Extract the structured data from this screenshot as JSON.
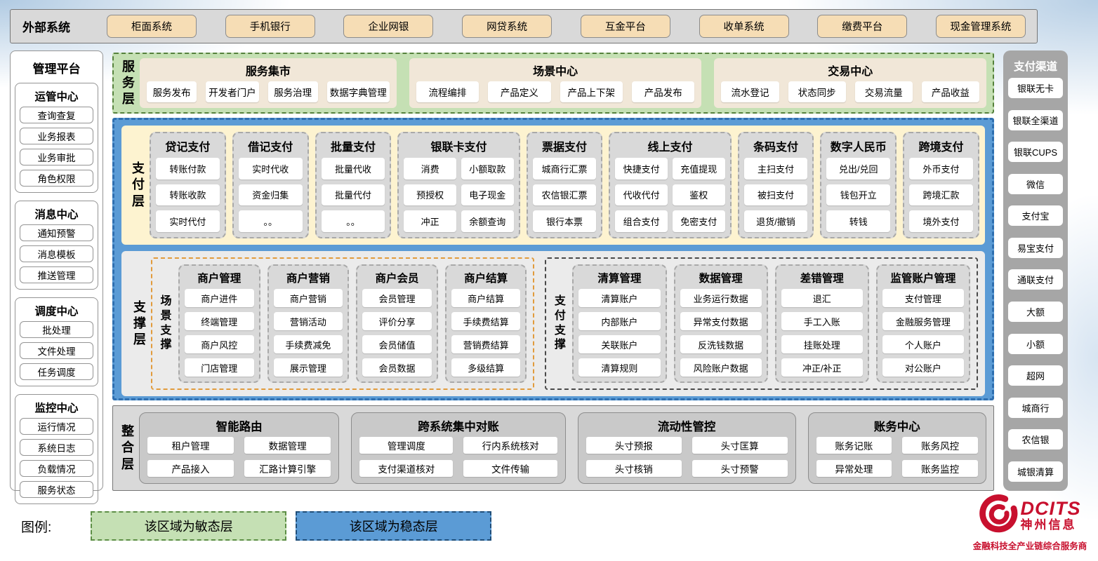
{
  "external_systems": {
    "label": "外部系统",
    "items": [
      "柜面系统",
      "手机银行",
      "企业网银",
      "网贷系统",
      "互金平台",
      "收单系统",
      "缴费平台",
      "现金管理系统"
    ]
  },
  "management": {
    "title": "管理平台",
    "groups": [
      {
        "title": "运管中心",
        "items": [
          "查询查复",
          "业务报表",
          "业务审批",
          "角色权限"
        ]
      },
      {
        "title": "消息中心",
        "items": [
          "通知预警",
          "消息模板",
          "推送管理"
        ]
      },
      {
        "title": "调度中心",
        "items": [
          "批处理",
          "文件处理",
          "任务调度"
        ]
      },
      {
        "title": "监控中心",
        "items": [
          "运行情况",
          "系统日志",
          "负载情况",
          "服务状态"
        ]
      }
    ]
  },
  "service_layer": {
    "label": "服务层",
    "sections": [
      {
        "title": "服务集市",
        "items": [
          "服务发布",
          "开发者门户",
          "服务治理",
          "数据字典管理"
        ]
      },
      {
        "title": "场景中心",
        "items": [
          "流程编排",
          "产品定义",
          "产品上下架",
          "产品发布"
        ]
      },
      {
        "title": "交易中心",
        "items": [
          "流水登记",
          "状态同步",
          "交易流量",
          "产品收益"
        ]
      }
    ]
  },
  "payment_layer": {
    "label": "支付层",
    "columns": [
      {
        "title": "贷记支付",
        "cols": 1,
        "items": [
          "转账付款",
          "转账收款",
          "实时代付"
        ]
      },
      {
        "title": "借记支付",
        "cols": 1,
        "items": [
          "实时代收",
          "资金归集",
          "。。"
        ]
      },
      {
        "title": "批量支付",
        "cols": 1,
        "items": [
          "批量代收",
          "批量代付",
          "。。"
        ]
      },
      {
        "title": "银联卡支付",
        "cols": 2,
        "items": [
          "消费",
          "小额取款",
          "预授权",
          "电子现金",
          "冲正",
          "余额查询"
        ]
      },
      {
        "title": "票据支付",
        "cols": 1,
        "items": [
          "城商行汇票",
          "农信银汇票",
          "银行本票"
        ]
      },
      {
        "title": "线上支付",
        "cols": 2,
        "items": [
          "快捷支付",
          "充值提现",
          "代收代付",
          "鉴权",
          "组合支付",
          "免密支付"
        ]
      },
      {
        "title": "条码支付",
        "cols": 1,
        "items": [
          "主扫支付",
          "被扫支付",
          "退货/撤销"
        ]
      },
      {
        "title": "数字人民币",
        "cols": 1,
        "items": [
          "兑出/兑回",
          "钱包开立",
          "转钱"
        ]
      },
      {
        "title": "跨境支付",
        "cols": 1,
        "items": [
          "外币支付",
          "跨境汇款",
          "境外支付"
        ]
      }
    ]
  },
  "support_layer": {
    "label": "支撑层",
    "groups": [
      {
        "label": "场景支撑",
        "accent": "orange",
        "columns": [
          {
            "title": "商户管理",
            "items": [
              "商户进件",
              "终端管理",
              "商户风控",
              "门店管理"
            ]
          },
          {
            "title": "商户营销",
            "items": [
              "商户营销",
              "营销活动",
              "手续费减免",
              "展示管理"
            ]
          },
          {
            "title": "商户会员",
            "items": [
              "会员管理",
              "评价分享",
              "会员储值",
              "会员数据"
            ]
          },
          {
            "title": "商户结算",
            "items": [
              "商户结算",
              "手续费结算",
              "营销费结算",
              "多级结算"
            ]
          }
        ]
      },
      {
        "label": "支付支撑",
        "accent": "dark",
        "columns": [
          {
            "title": "清算管理",
            "items": [
              "清算账户",
              "内部账户",
              "关联账户",
              "清算规则"
            ]
          },
          {
            "title": "数据管理",
            "items": [
              "业务运行数据",
              "异常支付数据",
              "反洗钱数据",
              "风险账户数据"
            ]
          },
          {
            "title": "差错管理",
            "items": [
              "退汇",
              "手工入账",
              "挂账处理",
              "冲正/补正"
            ]
          },
          {
            "title": "监管账户管理",
            "items": [
              "支付管理",
              "金融服务管理",
              "个人账户",
              "对公账户"
            ]
          }
        ]
      }
    ]
  },
  "integration_layer": {
    "label": "整合层",
    "sections": [
      {
        "title": "智能路由",
        "items": [
          "租户管理",
          "数据管理",
          "产品接入",
          "汇路计算引擎"
        ]
      },
      {
        "title": "跨系统集中对账",
        "items": [
          "管理调度",
          "行内系统核对",
          "支付渠道核对",
          "文件传输"
        ]
      },
      {
        "title": "流动性管控",
        "items": [
          "头寸预报",
          "头寸匡算",
          "头寸核销",
          "头寸预警"
        ]
      },
      {
        "title": "账务中心",
        "items": [
          "账务记账",
          "账务风控",
          "异常处理",
          "账务监控"
        ]
      }
    ]
  },
  "channels": {
    "title": "支付渠道",
    "items": [
      "银联无卡",
      "银联全渠道",
      "银联CUPS",
      "微信",
      "支付宝",
      "易宝支付",
      "通联支付",
      "大额",
      "小额",
      "超网",
      "城商行",
      "农信银",
      "城银清算"
    ]
  },
  "legend": {
    "label": "图例:",
    "items": [
      {
        "text": "该区域为敏态层",
        "type": "agile"
      },
      {
        "text": "该区域为稳态层",
        "type": "stable"
      }
    ]
  },
  "logo": {
    "brand": "DCITS",
    "name": "神州信息",
    "tagline": "金融科技全产业链综合服务商"
  },
  "colors": {
    "agile_green": "#c5e0b4",
    "stable_blue": "#5b9bd5",
    "cream": "#f1e7d8",
    "payment_cream": "#fdf3d0",
    "panel_gray": "#d9d9d9",
    "channel_gray": "#a6a6a6",
    "tan_button": "#f6ddb5",
    "brand_red": "#c8102e"
  }
}
